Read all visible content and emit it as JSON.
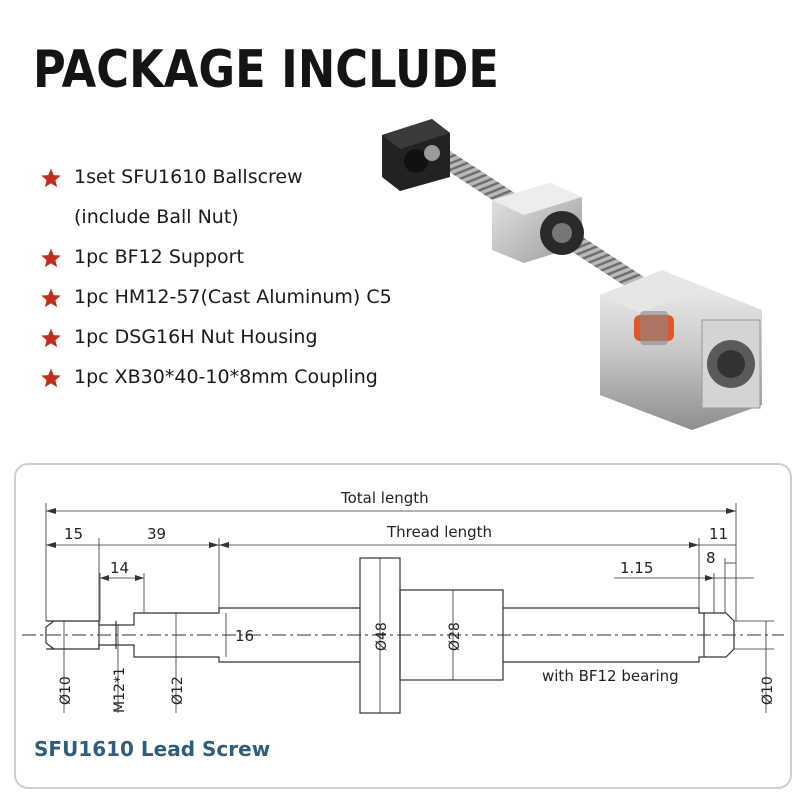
{
  "header": {
    "title": "PACKAGE INCLUDE"
  },
  "package": {
    "accent_color": "#c0301c",
    "items": [
      {
        "text": "1set SFU1610 Ballscrew",
        "star": true
      },
      {
        "text": "(include Ball Nut)",
        "star": false
      },
      {
        "text": "1pc BF12 Support",
        "star": true
      },
      {
        "text": "1pc HM12-57(Cast Aluminum) C5",
        "star": true
      },
      {
        "text": "1pc DSG16H Nut Housing",
        "star": true
      },
      {
        "text": "1pc XB30*40-10*8mm Coupling",
        "star": true
      }
    ]
  },
  "drawing": {
    "total_length": "Total length",
    "thread_length": "Thread length",
    "dim_15": "15",
    "dim_39": "39",
    "dim_11": "11",
    "dim_14": "14",
    "dim_8": "8",
    "dim_115": "1.15",
    "dim_16": "16",
    "dia_10_left": "Ø10",
    "m12": "M12*1",
    "dia_12": "Ø12",
    "dia_48": "Ø48",
    "dia_28": "Ø28",
    "dia_10_right": "Ø10",
    "bearing_note": "with BF12 bearing"
  },
  "caption": {
    "text": "SFU1610 Lead Screw",
    "color": "#2f5d7e"
  }
}
